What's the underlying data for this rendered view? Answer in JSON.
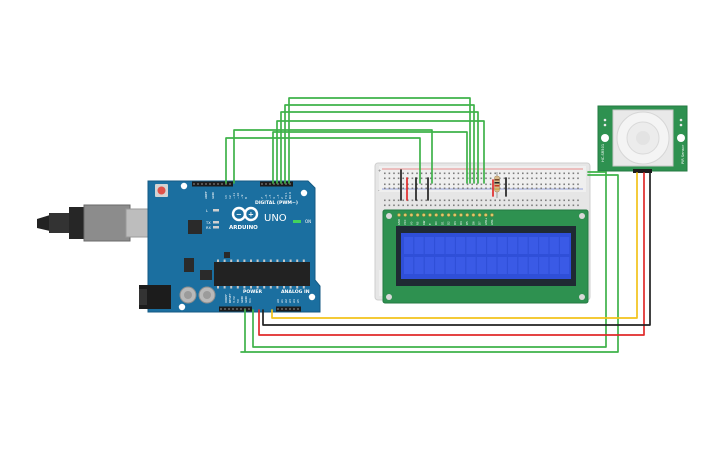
{
  "arduino": {
    "logo_text": "ARDUINO",
    "model_text": "UNO",
    "digital_header_label": "DIGITAL (PWM~)",
    "power_label": "POWER",
    "analog_label": "ANALOG IN",
    "on_label": "ON",
    "tx_label": "TX",
    "rx_label": "RX",
    "l_label": "L",
    "aref_label": "AREF",
    "gnd_label": "GND",
    "digital_pins": [
      "13",
      "12",
      "~11",
      "~10",
      "~9",
      "8",
      "7",
      "~6",
      "~5",
      "4",
      "~3",
      "2",
      "TX 1",
      "RX 0"
    ],
    "power_pins": [
      "IOREF",
      "RESET",
      "3.3V",
      "5V",
      "GND",
      "GND",
      "Vin"
    ],
    "analog_pins": [
      "A0",
      "A1",
      "A2",
      "A3",
      "A4",
      "A5"
    ]
  },
  "pir_sensor": {
    "left_text": "HC-SR501",
    "right_text": "PIR Sensor",
    "pin_labels": [
      "VCC",
      "OUT",
      "GND"
    ]
  },
  "lcd": {
    "pin_labels": [
      "GND",
      "VCC",
      "V0",
      "RS",
      "RW",
      "E",
      "D0",
      "D1",
      "D2",
      "D3",
      "D4",
      "D5",
      "D6",
      "D7",
      "LED+",
      "LED-"
    ]
  },
  "breadboard": {
    "rail_marks": [
      "+",
      "-"
    ]
  },
  "colors": {
    "wire_green": "#3fb24a",
    "wire_red": "#e02a2a",
    "wire_black": "#222222",
    "wire_yellow": "#f2c21b",
    "board_blue": "#1b6fa0",
    "pcb_green": "#2e9150",
    "lcd_screen": "#2f4fd8"
  }
}
